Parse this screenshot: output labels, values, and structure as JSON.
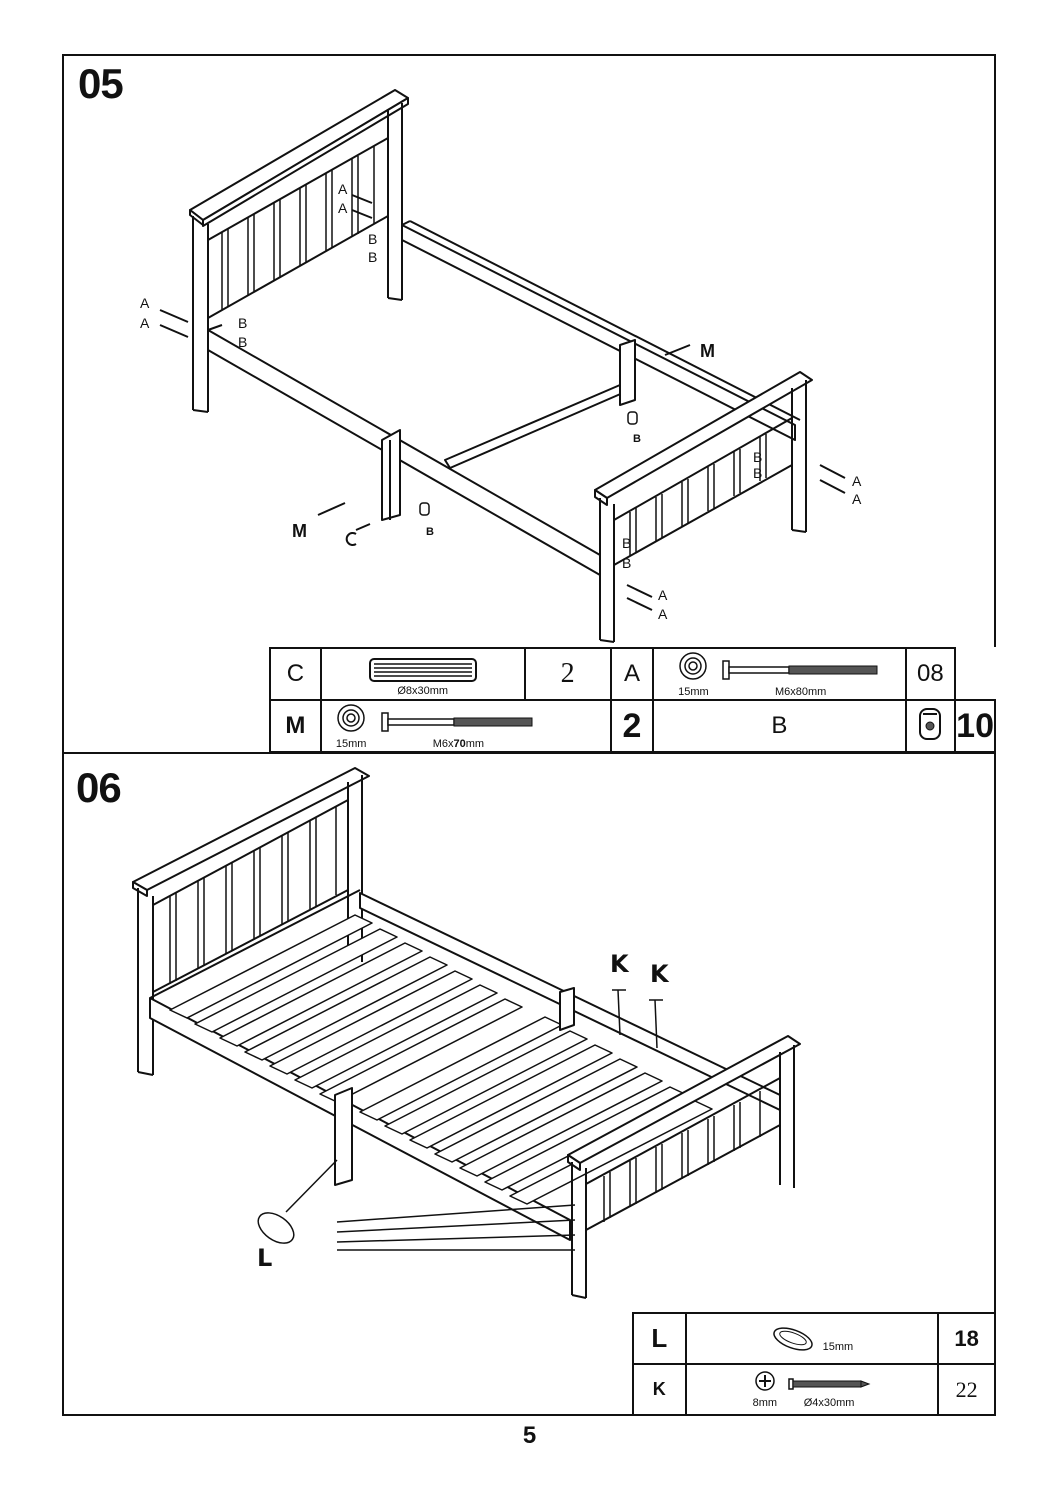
{
  "page_number": "5",
  "step05": {
    "number": "05",
    "callouts": {
      "A": "A",
      "B": "B",
      "M": "M",
      "C": "C"
    },
    "parts_table": {
      "row1": {
        "left": {
          "code": "C",
          "size": "Ø8x30mm",
          "qty": "2",
          "icon": "wood-dowel-icon"
        },
        "right": {
          "code": "A",
          "washer": "15mm",
          "size": "M6x80mm",
          "qty": "08",
          "icon": "bolt-icon"
        }
      },
      "row2": {
        "left": {
          "code": "M",
          "washer": "15mm",
          "size_prefix": "M6x",
          "size_bold": "70",
          "size_suffix": "mm",
          "qty": "2",
          "icon": "bolt-icon"
        },
        "right": {
          "code": "B",
          "qty": "10",
          "icon": "barrel-nut-icon"
        }
      }
    }
  },
  "step06": {
    "number": "06",
    "callouts": {
      "K": "K",
      "L": "L"
    },
    "parts_table": {
      "row1": {
        "code": "L",
        "size": "15mm",
        "qty": "18",
        "icon": "cover-cap-icon"
      },
      "row2": {
        "code": "K",
        "head": "8mm",
        "size": "Ø4x30mm",
        "qty": "22",
        "icon": "screw-icon"
      }
    }
  }
}
